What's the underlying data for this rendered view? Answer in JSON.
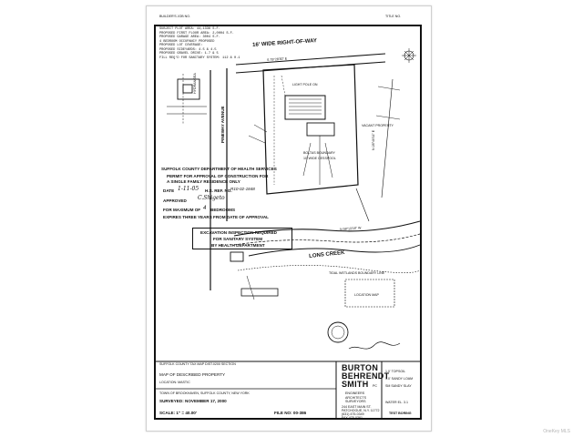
{
  "header": {
    "builders_job_no": "BUILDER'S JOB NO.",
    "title_no": "TITLE NO."
  },
  "notes": {
    "lines": [
      "SUBJECT PLOT AREA: 44,1336 S.F.",
      "PROPOSED FIRST FLOOR AREA: 2,0004 S.F.",
      "PROPOSED GARAGE AREA: 3004 S.F.",
      "4 BEDROOM OCCUPANCY PROPOSED",
      "PROPOSED LOT COVERAGE:",
      "PROPOSED SIDEYARDS: 4.5 & 4.5",
      "PROPOSED GRAVEL DRIVE: 1.7 & 5",
      "FILL REQ'D FOR SANITARY SYSTEM: 112 & 0.1"
    ]
  },
  "map": {
    "road_right_of_way": "16' WIDE RIGHT-OF-WAY",
    "pineway_avenue": "PINEWAY AVENUE",
    "hydrangea_nursery_label": "HYDRANGEA",
    "lons_creek": "LONS CREEK",
    "dimension_top": "S 79°28'30\" E",
    "dimension_creek": "N 58°13'18\" W",
    "dimension_right": "N 28°40'11\" E",
    "vacant_property_label": "VACANT PROPERTY",
    "arrow_labels": [
      "LIGHT POLE ON",
      "BOLTAS BOUNDARY",
      "10' WIDE CESSPOOL"
    ],
    "tidal_label": "TIDAL WETLANDS BOUNDARY LINE",
    "location_label": "LOCATION MAP"
  },
  "health_stamp": {
    "title": "SUFFOLK COUNTY DEPARTMENT OF HEALTH SERVICES",
    "permit_line1": "PERMIT FOR APPROVAL OF CONSTRUCTION FOR",
    "permit_line2": "A SINGLE FAMILY RESIDENCE ONLY",
    "date_label": "DATE",
    "date_value": "1-11-05",
    "hs_ref_label": "H.S. REF. NO.",
    "hs_ref_value": "R10-02-1848",
    "approved_label": "APPROVED",
    "signature": "C.Shigeto",
    "max_label": "FOR MAXIMUM OF",
    "max_value": "4",
    "bedrooms_label": "BEDROOMS",
    "expires": "EXPIRES THREE YEARS FROM DATE OF APPROVAL"
  },
  "excavation_stamp": {
    "line1": "EXCAVATION INSPECTION REQUIRED",
    "line2": "FOR SANITARY SYSTEM",
    "line3": "BY HEALTH DEPARTMENT"
  },
  "legend": {
    "ref_line": "SUFFOLK COUNTY TAX MAP    DIST.0200 SECTION",
    "map_title": "MAP OF DESCRIBED PROPERTY",
    "location": "LOCATION: MASTIC",
    "town": "TOWN OF BROOKHAVEN, SUFFOLK COUNTY, NEW YORK",
    "surveyed": "SURVEYED: NOVEMBER 17, 2000",
    "scale": "SCALE: 1\" = 40.00'",
    "file_no": "FILE NO: 00-386"
  },
  "firm": {
    "name1": "BURTON",
    "name2": "BEHRENDT",
    "name3": "SMITH",
    "pc": "PC",
    "eng1": "ENGINEERS",
    "eng2": "ARCHITECTS",
    "eng3": "SURVEYORS",
    "address1": "244 EAST MAIN ST.",
    "address2": "PATCHOGUE, N.Y. 11772",
    "phone": "(631) 475-0349",
    "fax": "FAX   475-0361"
  },
  "boring": {
    "title": "TEST BORING",
    "rows": [
      "1.0' TOPSOIL",
      "1.0' SANDY LOAM",
      "SM SANDY SLAY",
      "WATER EL. 3.1"
    ]
  },
  "watermark": "OneKey MLS"
}
